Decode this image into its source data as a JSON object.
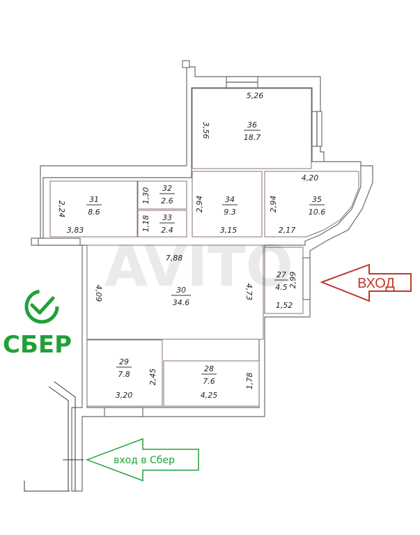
{
  "rooms": [
    {
      "id": "36",
      "area": "18.7"
    },
    {
      "id": "31",
      "area": "8.6"
    },
    {
      "id": "32",
      "area": "2.6"
    },
    {
      "id": "33",
      "area": "2.4"
    },
    {
      "id": "34",
      "area": "9.3"
    },
    {
      "id": "35",
      "area": "10.6"
    },
    {
      "id": "30",
      "area": "34.6"
    },
    {
      "id": "27",
      "area": "4.5"
    },
    {
      "id": "29",
      "area": "7.8"
    },
    {
      "id": "28",
      "area": "7.6"
    }
  ],
  "dimensions": {
    "d526": "5,26",
    "d356": "3,56",
    "d420": "4,20",
    "d224": "2,24",
    "d383": "3,83",
    "d130": "1,30",
    "d118": "1,18",
    "d294a": "2,94",
    "d294b": "2,94",
    "d315": "3,15",
    "d217": "2,17",
    "d788": "7,88",
    "d409": "4,09",
    "d473": "4,73",
    "d299": "2,99",
    "d152": "1,52",
    "d245": "2,45",
    "d320": "3,20",
    "d178": "1,78",
    "d425": "4,25"
  },
  "labels": {
    "entry": "ВХОД",
    "sber_entry": "вход в Сбер",
    "logo": "СБЕР"
  },
  "colors": {
    "sber_green": "#21a038",
    "entry_red": "#c0392b"
  }
}
